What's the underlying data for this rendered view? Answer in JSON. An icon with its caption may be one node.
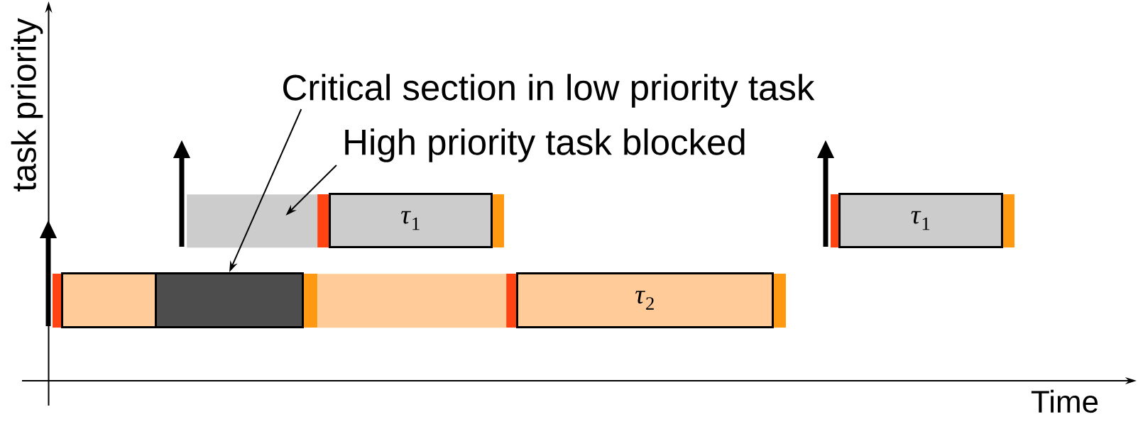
{
  "diagram": {
    "nodes": [
      {
        "text": [
          "Critical section in low priority task"
        ]
      },
      {
        "text": [],
        "shape": "box"
      },
      {
        "text": [
          "High priority task blocked"
        ]
      },
      {
        "text": [],
        "shape": "bar"
      },
      {
        "text": [
          "*τ*$_{1}$"
        ]
      },
      {
        "text": [],
        "shape": "box"
      },
      {
        "text": [],
        "shape": "bar"
      },
      {
        "text": [
          "*τ*$_{2}$"
        ]
      },
      {
        "text": [
          "*τ*$_{1}$"
        ]
      }
    ],
    "edges": [
      {
        "from": 0,
        "to": 5,
        "arrow": "to"
      },
      {
        "from": 2,
        "to": 3,
        "arrow": "to"
      }
    ],
    "labels": [
      "task priority",
      "Time"
    ]
  }
}
